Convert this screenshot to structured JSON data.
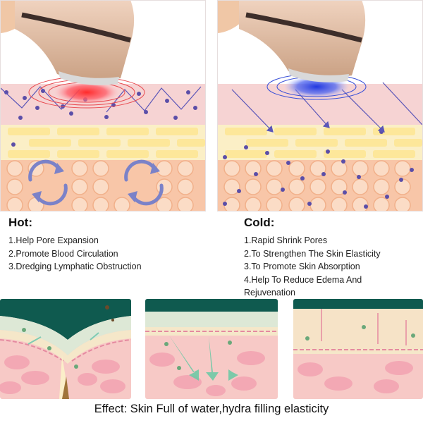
{
  "hot": {
    "title": "Hot:",
    "items": [
      "1.Help Pore Expansion",
      "2.Promote Blood Circulation",
      "3.Dredging Lymphatic Obstruction"
    ],
    "light_color": "#e8222e"
  },
  "cold": {
    "title": "Cold:",
    "items": [
      "1.Rapid Shrink Pores",
      "2.To Strengthen The Skin Elasticity",
      "3.To Promote Skin Absorption",
      "4.Help To Reduce Edema And",
      "Rejuvenation"
    ],
    "light_color": "#2a3ed8"
  },
  "effect": {
    "caption": "Effect: Skin Full of water,hydra filling elasticity"
  },
  "icons": {
    "device": "beauty-device-icon",
    "refresh": "refresh-arrows-icon",
    "hand": "hand-icon"
  }
}
